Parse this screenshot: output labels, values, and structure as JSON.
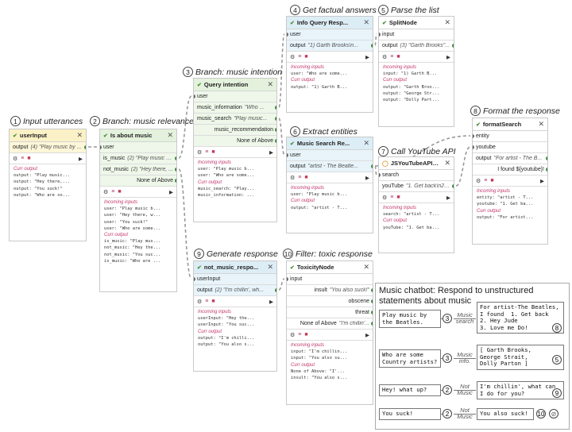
{
  "labels": [
    {
      "num": "1",
      "text": "Input utterances"
    },
    {
      "num": "2",
      "text": "Branch: music relevance"
    },
    {
      "num": "3",
      "text": "Branch: music intention"
    },
    {
      "num": "4",
      "text": "Get factual answers"
    },
    {
      "num": "5",
      "text": "Parse the list"
    },
    {
      "num": "6",
      "text": "Extract entities"
    },
    {
      "num": "7",
      "text": "Call YouTube API"
    },
    {
      "num": "8",
      "text": "Format the response"
    },
    {
      "num": "9",
      "text": "Generate response"
    },
    {
      "num": "10",
      "text": "Filter: toxic response"
    }
  ],
  "ui": {
    "incoming_inputs": "Incoming inputs",
    "curr_output": "Curr output",
    "close": "✕",
    "check": "✔",
    "warn": "◯",
    "play": "▶"
  },
  "nodes": {
    "userInput": {
      "title": "userInput",
      "rows": [
        {
          "name": "output",
          "value": "(4) \"Play music by ..."
        }
      ],
      "incoming": [],
      "output": [
        "output: \"Play music...",
        "output: \"Hey there,...",
        "output: \"You suck!\"",
        "output: \"Who are so..."
      ]
    },
    "isAboutMusic": {
      "title": "Is about music",
      "rows": [
        {
          "name": "user",
          "value": ""
        },
        {
          "name": "is_music",
          "value": "(2) \"Play music b..."
        },
        {
          "name": "not_music",
          "value": "(2) \"Hey there, ..."
        },
        {
          "name": "None of Above",
          "value": ""
        }
      ],
      "incoming": [
        "user: \"Play music b...",
        "user: \"Hey there, w...",
        "user: \"You suck!\"",
        "user: \"Who are some..."
      ],
      "output": [
        "is_music: \"Play mus...",
        "not_music: \"Hey the...",
        "not_music: \"You suc...",
        "is_music: \"Who are ..."
      ]
    },
    "queryIntention": {
      "title": "Query intention",
      "rows": [
        {
          "name": "user",
          "value": ""
        },
        {
          "name": "music_information",
          "value": "\"Who ..."
        },
        {
          "name": "music_search",
          "value": "\"Play music..."
        },
        {
          "name": "music_recommendation",
          "value": ""
        },
        {
          "name": "None of Above",
          "value": ""
        }
      ],
      "incoming": [
        "user: \"Play music b...",
        "user: \"Who are some..."
      ],
      "output": [
        "music_search: \"Play...",
        "music_information: ..."
      ]
    },
    "infoQuery": {
      "title": "Info Query Resp...",
      "rows": [
        {
          "name": "user",
          "value": ""
        },
        {
          "name": "output",
          "value": "\"1) Garth Brooks\\n..."
        }
      ],
      "incoming": [
        "user: \"Who are some..."
      ],
      "output": [
        "output: \"1) Garth B..."
      ]
    },
    "splitNode": {
      "title": "SplitNode",
      "rows": [
        {
          "name": "input",
          "value": ""
        },
        {
          "name": "output",
          "value": "(3) \"Garth Brooks\"..."
        }
      ],
      "incoming": [
        "input: \"1) Garth B..."
      ],
      "output": [
        "output: \"Garth Broo...",
        "output: \"George Str...",
        "output: \"Dolly Part..."
      ]
    },
    "musicSearch": {
      "title": "Music Search Re...",
      "rows": [
        {
          "name": "user",
          "value": ""
        },
        {
          "name": "output",
          "value": "\"artist - The Beatle..."
        }
      ],
      "incoming": [
        "user: \"Play music b..."
      ],
      "output": [
        "output: \"artist - T..."
      ]
    },
    "youtube": {
      "title": "JSYouTubeAPICall",
      "rows": [
        {
          "name": "search",
          "value": ""
        },
        {
          "name": "youTube",
          "value": "\"1. Get back\\n2. ..."
        }
      ],
      "incoming": [
        "search: \"artist - T..."
      ],
      "output": [
        "youTube: \"1. Get ba..."
      ]
    },
    "formatSearch": {
      "title": "formatSearch",
      "rows": [
        {
          "name": "entity",
          "value": ""
        },
        {
          "name": "youtube",
          "value": ""
        },
        {
          "name": "output",
          "value": "\"For artist - The B..."
        },
        {
          "name": "I found ${youtube}!",
          "value": ""
        }
      ],
      "incoming": [
        "entity: \"artist - T...",
        "youtube: \"1. Get ba..."
      ],
      "output": [
        "output: \"For artist..."
      ]
    },
    "notMusic": {
      "title": "not_music_respo...",
      "rows": [
        {
          "name": "userInput",
          "value": ""
        },
        {
          "name": "output",
          "value": "(2) \"I'm chillin', wh..."
        }
      ],
      "incoming": [
        "userInput: \"Hey the...",
        "userInput: \"You suc..."
      ],
      "output": [
        "output: \"I'm chilli...",
        "output: \"You also s..."
      ]
    },
    "toxicity": {
      "title": "ToxicityNode",
      "rows": [
        {
          "name": "input",
          "value": ""
        },
        {
          "name": "insult",
          "value": "\"You also suck!\""
        },
        {
          "name": "obscene",
          "value": ""
        },
        {
          "name": "threat",
          "value": ""
        },
        {
          "name": "None of Above",
          "value": "\"I'm chillin'..."
        }
      ],
      "incoming": [
        "input: \"I'm chillin...",
        "input: \"You also su..."
      ],
      "output": [
        "None of Above: \"I'...",
        "insult: \"You also s..."
      ]
    }
  },
  "legend": {
    "title": "Music chatbot: Respond to unstructured statements about music",
    "rows": [
      {
        "input": "Play music by\nthe Beatles.",
        "num": "3",
        "category": "Music\nsearch",
        "output": "For artist-The Beatles,\nI found  1. Get back\n2. Hey Jude\n3. Love me Do!",
        "end": "8"
      },
      {
        "input": "Who are some\nCountry artists?",
        "num": "3",
        "category": "Music\ninfo.",
        "output": "[ Garth Brooks,\nGeorge Strait,\nDolly Parton ]",
        "end": "5"
      },
      {
        "input": "Hey! what up?",
        "num": "2",
        "category": "Not\nMusic",
        "output": "I'm chillin', what can\nI do for you?",
        "end": "9"
      },
      {
        "input": "You suck!",
        "num": "2",
        "category": "Not\nMusic",
        "output": "You also suck!",
        "end": "10"
      }
    ]
  }
}
